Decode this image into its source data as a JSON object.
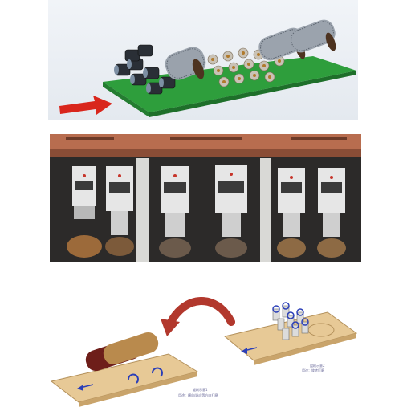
{
  "panels": [
    {
      "id": "top",
      "kind": "3d-render",
      "subject": "brush-sanding-machine-layout"
    },
    {
      "id": "mid",
      "kind": "photo",
      "subject": "machine-brush-heads-row"
    },
    {
      "id": "bottom",
      "kind": "3d-render",
      "subject": "roller-vs-disc-brush-workpiece"
    }
  ],
  "colors": {
    "board_green": "#2e9e3c",
    "arrow_red": "#d9261c",
    "machine_frame": "#b86d4f",
    "control_box": "#e6e6e6",
    "wood": "#e7c996",
    "roller_dark": "#6e1e1a",
    "roller_gold": "#b98a4d",
    "rotation_blue": "#2b3fb8",
    "curve_arrow": "#b2382d"
  },
  "captions": {
    "left_line1": "辊刷示意1",
    "left_line2": "用途：横向/纵向等方向打磨",
    "right_line1": "盘刷示意2",
    "right_line2": "用途：旋转打磨"
  }
}
